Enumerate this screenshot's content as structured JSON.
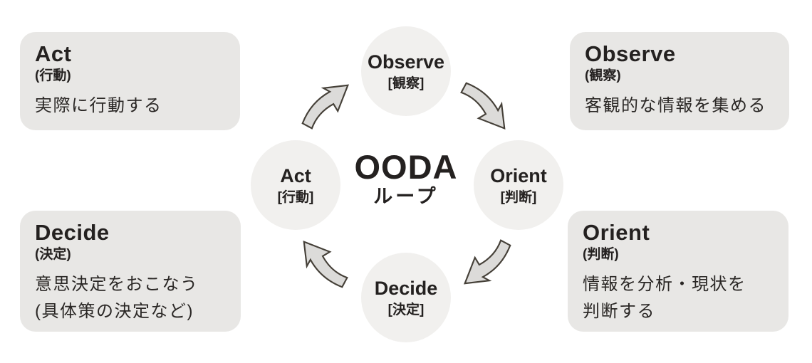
{
  "title": {
    "main": "OODA",
    "sub": "ループ"
  },
  "nodes": [
    {
      "id": "observe",
      "en": "Observe",
      "jp": "[観察]"
    },
    {
      "id": "orient",
      "en": "Orient",
      "jp": "[判断]"
    },
    {
      "id": "decide",
      "en": "Decide",
      "jp": "[決定]"
    },
    {
      "id": "act",
      "en": "Act",
      "jp": "[行動]"
    }
  ],
  "boxes": [
    {
      "id": "act",
      "title": "Act",
      "sub": "(行動)",
      "lines": [
        "実際に行動する"
      ]
    },
    {
      "id": "observe",
      "title": "Observe",
      "sub": "(観察)",
      "lines": [
        "客観的な情報を集める"
      ]
    },
    {
      "id": "decide",
      "title": "Decide",
      "sub": "(決定)",
      "lines": [
        "意思決定をおこなう",
        "(具体策の決定など)"
      ]
    },
    {
      "id": "orient",
      "title": "Orient",
      "sub": "(判断)",
      "lines": [
        "情報を分析・現状を",
        "判断する"
      ]
    }
  ],
  "flow": [
    "Observe",
    "Orient",
    "Decide",
    "Act"
  ],
  "colors": {
    "background": "#ffffff",
    "box_bg": "#e8e7e5",
    "circle_bg": "#f1f0ee",
    "arrow_fill": "#dcdbd9",
    "arrow_stroke": "#454038",
    "text": "#242120"
  }
}
